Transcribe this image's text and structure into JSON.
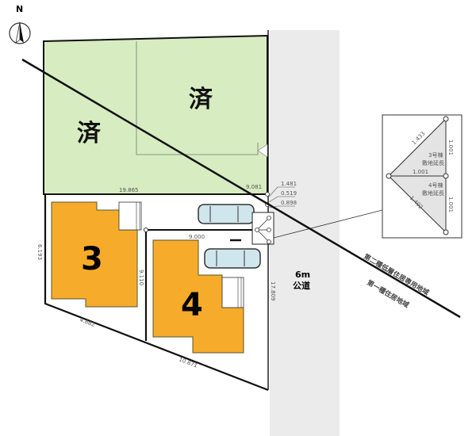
{
  "compass": {
    "label": "N"
  },
  "sold_lots": [
    {
      "label": "済"
    },
    {
      "label": "済"
    }
  ],
  "lots": [
    {
      "label": "3"
    },
    {
      "label": "4"
    }
  ],
  "road": {
    "width": "6m",
    "type": "公道"
  },
  "dimensions": {
    "north_boundary": "19.865",
    "north_east": "9.081",
    "corner_a": "1.481",
    "corner_b": "0.519",
    "corner_c": "0.898",
    "lot4_top": "9.000",
    "west": "6.193",
    "divider": "9.110",
    "south_lot3": "4.882",
    "south_lot4": "10.871",
    "east": "17.809"
  },
  "corner_detail": {
    "top_diagonal": "1.433",
    "middle": "1.001",
    "right_top": "1.001",
    "right_bottom": "1.001",
    "bottom_diagonal": "1.402",
    "lot3_access": [
      "3号棟",
      "敷地延長"
    ],
    "lot4_access": [
      "4号棟",
      "敷地延長"
    ]
  },
  "zoning": {
    "upper": "第二種低層住居専用地域",
    "lower": "第一種住居地域"
  },
  "colors": {
    "sold": "#d7ecc0",
    "lot": "#f6ac2a",
    "road": "#ebebeb",
    "car": "#cfe6ec"
  }
}
